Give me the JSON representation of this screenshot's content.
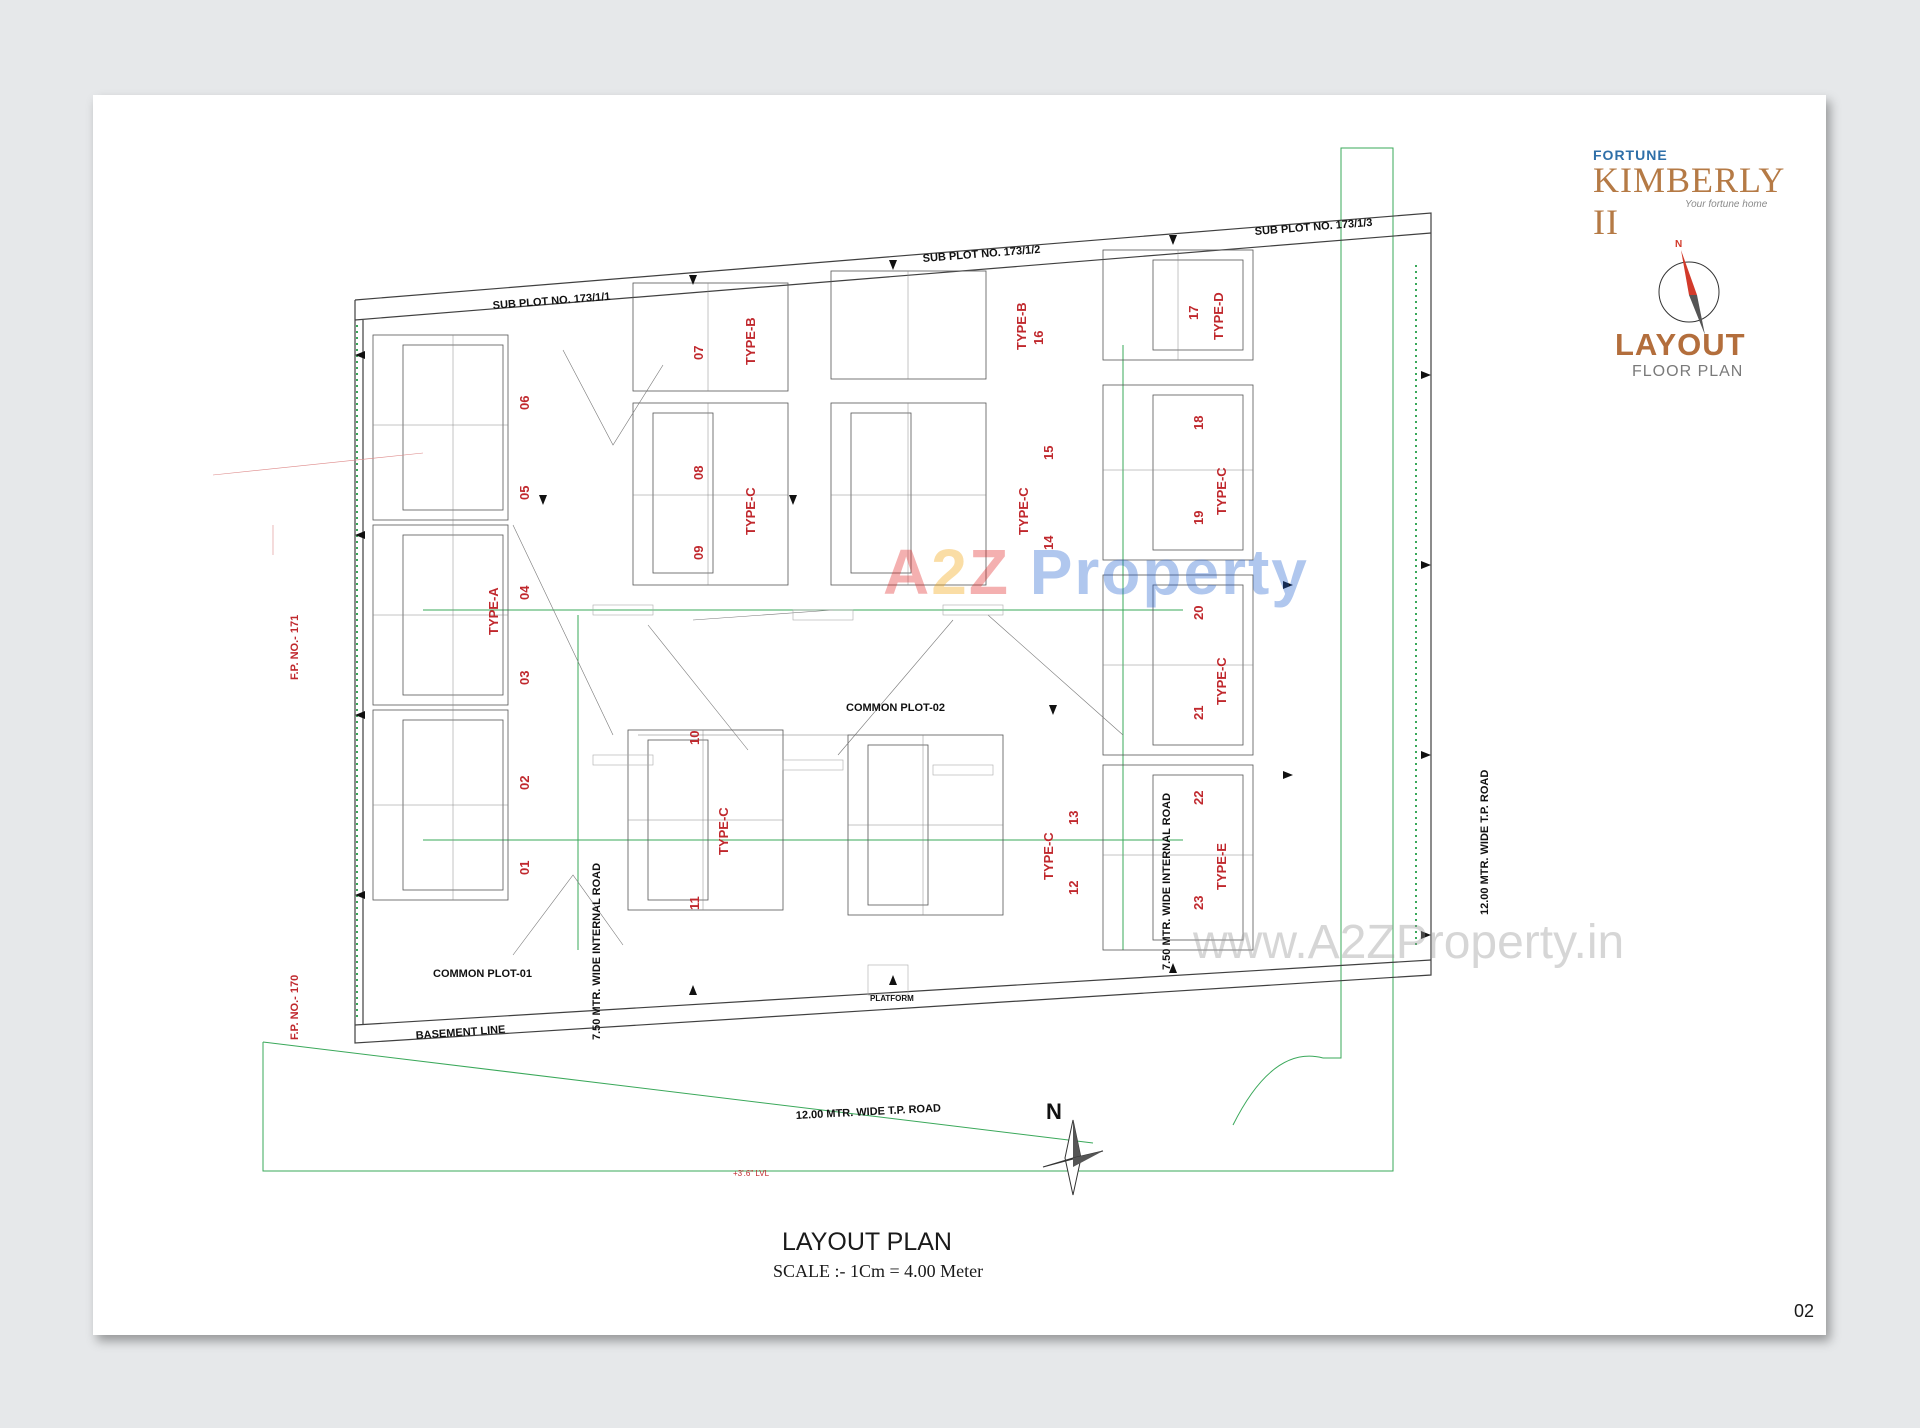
{
  "brand": {
    "top": "FORTUNE",
    "name": "KIMBERLY II",
    "tagline": "Your fortune home"
  },
  "heading": {
    "title": "LAYOUT",
    "subtitle": "FLOOR PLAN"
  },
  "plan": {
    "title": "LAYOUT PLAN",
    "scale": "SCALE :- 1Cm = 4.00 Meter",
    "north": "N",
    "page_number": "02",
    "labels": {
      "sub_plot_1": "SUB PLOT NO. 173/1/1",
      "sub_plot_2": "SUB PLOT NO. 173/1/2",
      "sub_plot_3": "SUB PLOT NO. 173/1/3",
      "fp_171": "F.P. NO.- 171",
      "fp_170": "F.P. NO.- 170",
      "road_bottom": "12.00 MTR. WIDE T.P. ROAD",
      "road_right": "12.00 MTR. WIDE T.P. ROAD",
      "internal_road_left": "7.50 MTR. WIDE INTERNAL ROAD",
      "internal_road_right": "7.50 MTR. WIDE INTERNAL ROAD",
      "common_plot_1": "COMMON PLOT-01",
      "common_plot_2": "COMMON PLOT-02",
      "basement_line": "BASEMENT LINE",
      "platform": "PLATFORM",
      "level": "+3'.6\" LVL"
    },
    "blocks": [
      {
        "id": "01",
        "type": ""
      },
      {
        "id": "02",
        "type": ""
      },
      {
        "id": "03",
        "type": ""
      },
      {
        "id": "04",
        "type": "TYPE-A"
      },
      {
        "id": "05",
        "type": ""
      },
      {
        "id": "06",
        "type": ""
      },
      {
        "id": "07",
        "type": "TYPE-B"
      },
      {
        "id": "08",
        "type": "TYPE-C"
      },
      {
        "id": "09",
        "type": ""
      },
      {
        "id": "10",
        "type": ""
      },
      {
        "id": "11",
        "type": "TYPE-C"
      },
      {
        "id": "12",
        "type": "TYPE-C"
      },
      {
        "id": "13",
        "type": ""
      },
      {
        "id": "14",
        "type": "TYPE-C"
      },
      {
        "id": "15",
        "type": ""
      },
      {
        "id": "16",
        "type": "TYPE-B"
      },
      {
        "id": "17",
        "type": "TYPE-D"
      },
      {
        "id": "18",
        "type": ""
      },
      {
        "id": "19",
        "type": "TYPE-C"
      },
      {
        "id": "20",
        "type": ""
      },
      {
        "id": "21",
        "type": "TYPE-C"
      },
      {
        "id": "22",
        "type": ""
      },
      {
        "id": "23",
        "type": "TYPE-E"
      }
    ]
  },
  "watermark": {
    "brand_a": "A",
    "brand_2": "2",
    "brand_z": "Z",
    "brand_rest": " Property",
    "url": "www.A2ZProperty.in"
  },
  "colors": {
    "brand_orange": "#b36e3c",
    "brand_blue": "#2e6fa8",
    "plan_red": "#c0282d",
    "plan_green": "#3aa85a",
    "compass_red": "#d23a2a"
  }
}
